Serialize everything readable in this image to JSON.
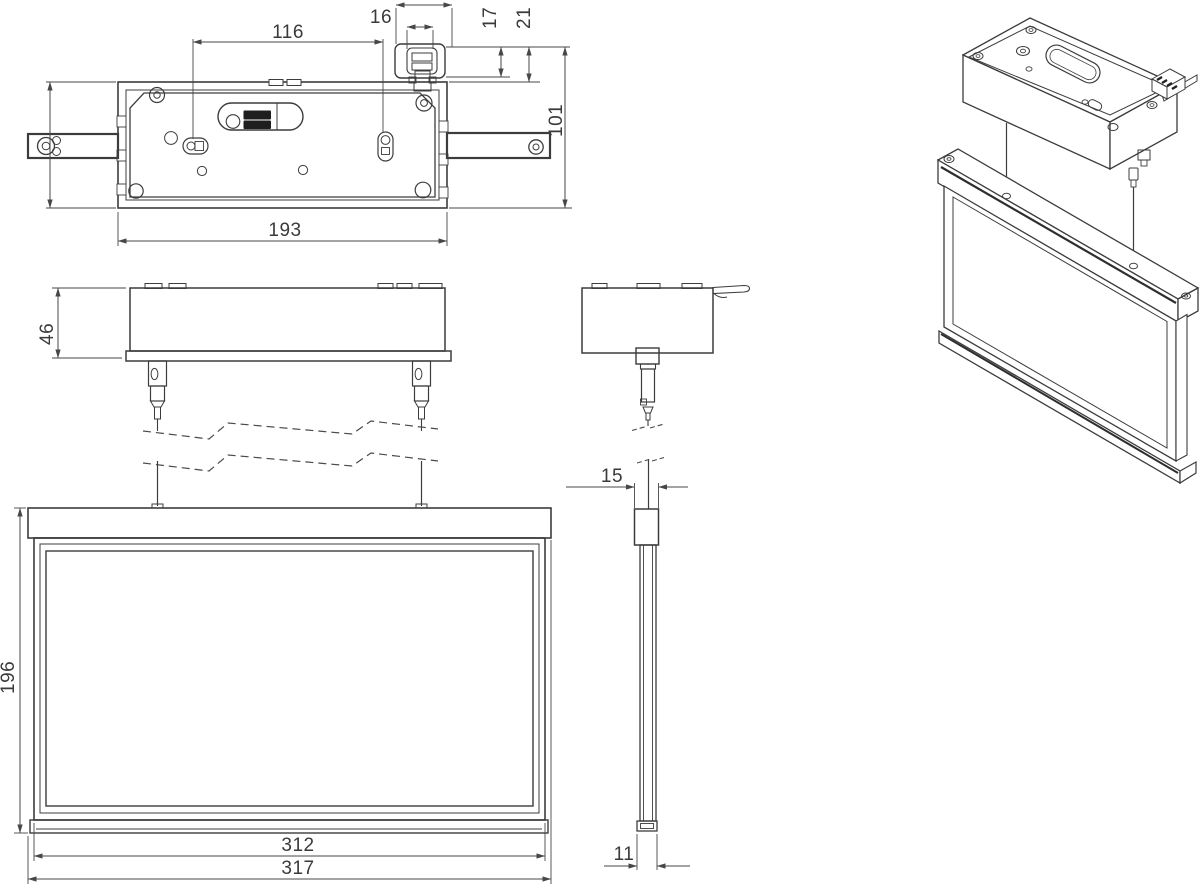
{
  "drawing": {
    "type": "technical-dimension-drawing",
    "subject": "suspended emergency exit sign with recessed ceiling mount",
    "colors": {
      "background": "#ffffff",
      "object_line": "#3c3c3c",
      "dimension_line": "#474747",
      "label_block": "#1e1e1e"
    },
    "dims": {
      "plan_hole_spacing": "116",
      "plan_latch_width": "16",
      "plan_latch_depth": "17",
      "plan_latch_total": "21",
      "plan_height": "101",
      "plan_width": "193",
      "mount_height": "46",
      "front_height": "196",
      "front_width_inner": "312",
      "front_width_outer": "317",
      "profile_cap_depth": "15",
      "profile_body_depth": "11"
    }
  }
}
